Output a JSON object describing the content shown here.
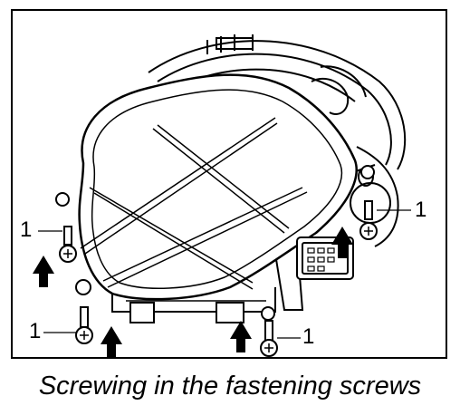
{
  "figure": {
    "caption": "Screwing in the fastening screws",
    "callouts": [
      {
        "id": "left-upper",
        "label": "1"
      },
      {
        "id": "left-lower",
        "label": "1"
      },
      {
        "id": "bottom-right",
        "label": "1"
      },
      {
        "id": "right",
        "label": "1"
      }
    ],
    "parts": [
      "fastening-screw",
      "housing",
      "connector",
      "arrow"
    ]
  }
}
